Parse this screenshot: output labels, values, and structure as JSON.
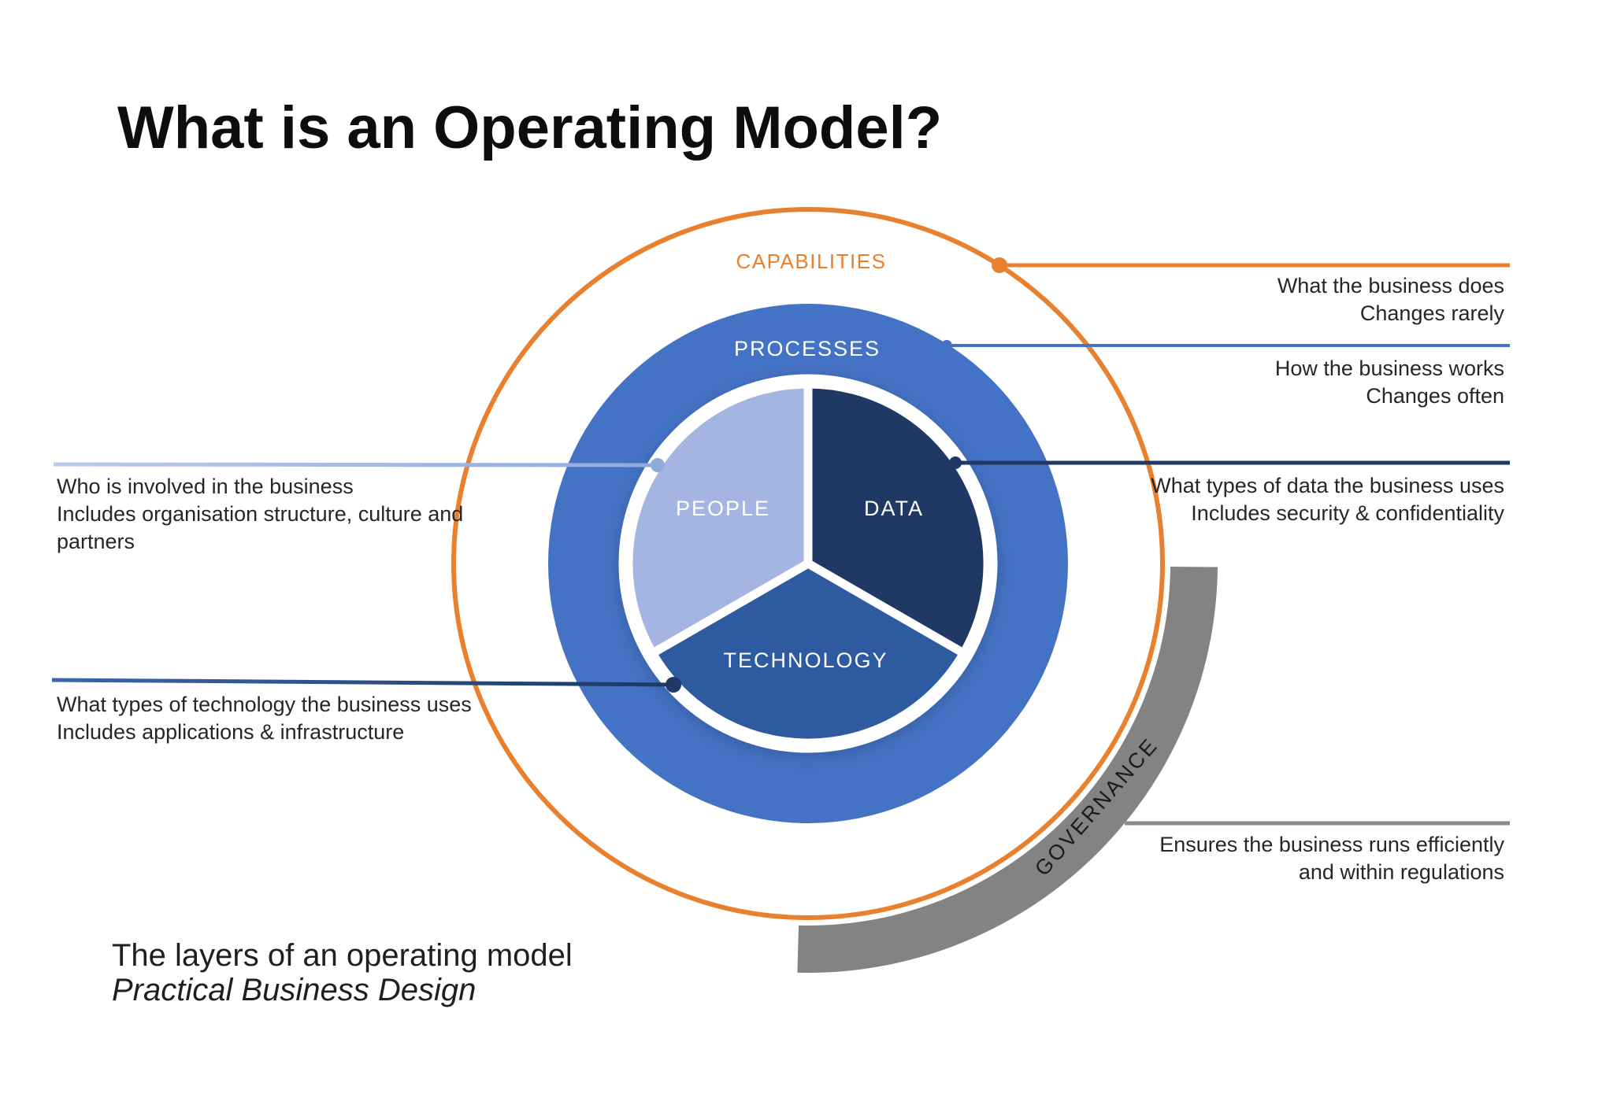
{
  "title": "What is an Operating Model?",
  "labels": {
    "capabilities": "CAPABILITIES",
    "processes": "PROCESSES",
    "people": "PEOPLE",
    "data": "DATA",
    "technology": "TECHNOLOGY",
    "governance": "GOVERNANCE"
  },
  "colors": {
    "orange": "#E8802E",
    "ring_blue": "#4472C4",
    "people_fill": "#A5B5E2",
    "data_fill": "#1F3864",
    "technology_fill": "#2E5B9F",
    "governance_gray": "#838383",
    "people_line": "#8FAADC",
    "technology_line": "#27497E",
    "text_dark": "#262626"
  },
  "annotations": {
    "capabilities": {
      "line1": "What the business does",
      "line2": "Changes rarely"
    },
    "processes": {
      "line1": "How the business works",
      "line2": "Changes often"
    },
    "data": {
      "line1": "What types of data the business uses",
      "line2": "Includes security & confidentiality"
    },
    "people": {
      "line1": "Who is involved in the business",
      "line2": "Includes organisation structure, culture and",
      "line3": "partners"
    },
    "technology": {
      "line1": "What types of technology the business uses",
      "line2": "Includes applications & infrastructure"
    },
    "governance": {
      "line1": "Ensures the business runs efficiently",
      "line2": "and within regulations"
    }
  },
  "caption": {
    "line1": "The layers of an operating model",
    "line2": "Practical Business Design"
  }
}
